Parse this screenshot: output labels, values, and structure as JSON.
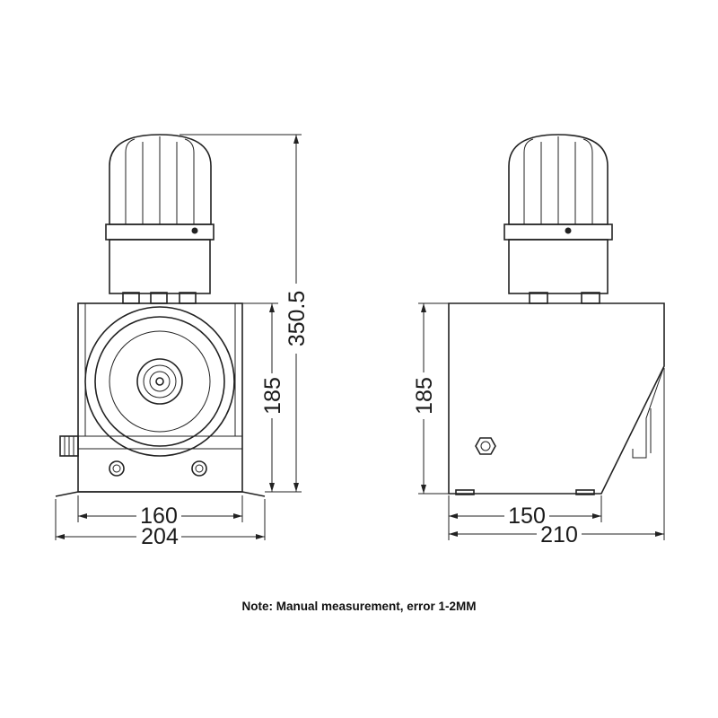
{
  "dimensions": {
    "front_total_height": "350.5",
    "front_body_height": "185",
    "front_body_width": "160",
    "front_base_width": "204",
    "side_body_height": "185",
    "side_body_width": "150",
    "side_total_width": "210"
  },
  "note": "Note: Manual measurement, error 1-2MM"
}
